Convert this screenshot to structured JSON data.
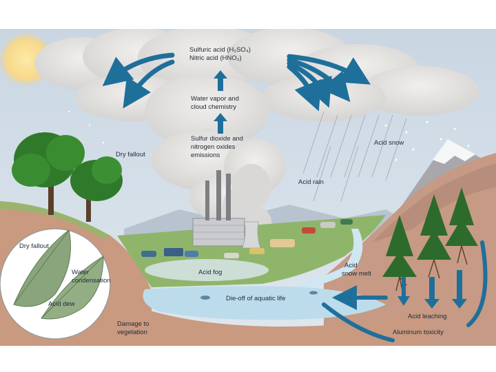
{
  "labels": {
    "sulfuric": "Sulfuric acid (H₂SO₄)",
    "nitric": "Nitric acid (HNO₃)",
    "water_vapor_1": "Water vapor and",
    "water_vapor_2": "cloud chemistry",
    "emissions_1": "Sulfur dioxide and",
    "emissions_2": "nitrogen oxides",
    "emissions_3": "emissions",
    "dry_fallout_sky": "Dry fallout",
    "acid_snow": "Acid snow",
    "acid_rain": "Acid rain",
    "acid_fog": "Acid fog",
    "acid_snow_melt_1": "Acid",
    "acid_snow_melt_2": "snow melt",
    "die_off": "Die-off of aquatic life",
    "acid_leaching": "Acid leaching",
    "aluminum_toxicity": "Aluminum toxicity",
    "inset_dry_fallout": "Dry fallout",
    "water_condensation_1": "Water",
    "water_condensation_2": "condensation",
    "acid_dew": "Acid dew",
    "damage_1": "Damage to",
    "damage_2": "vegetation"
  },
  "colors": {
    "sky": "#cdd9e3",
    "cloud": "#e4e2df",
    "arrow": "#1f6f9b",
    "ground": "#c99a80",
    "grass": "#8fb56a",
    "water": "#bcdcec",
    "leaf": "#8aa57c"
  }
}
